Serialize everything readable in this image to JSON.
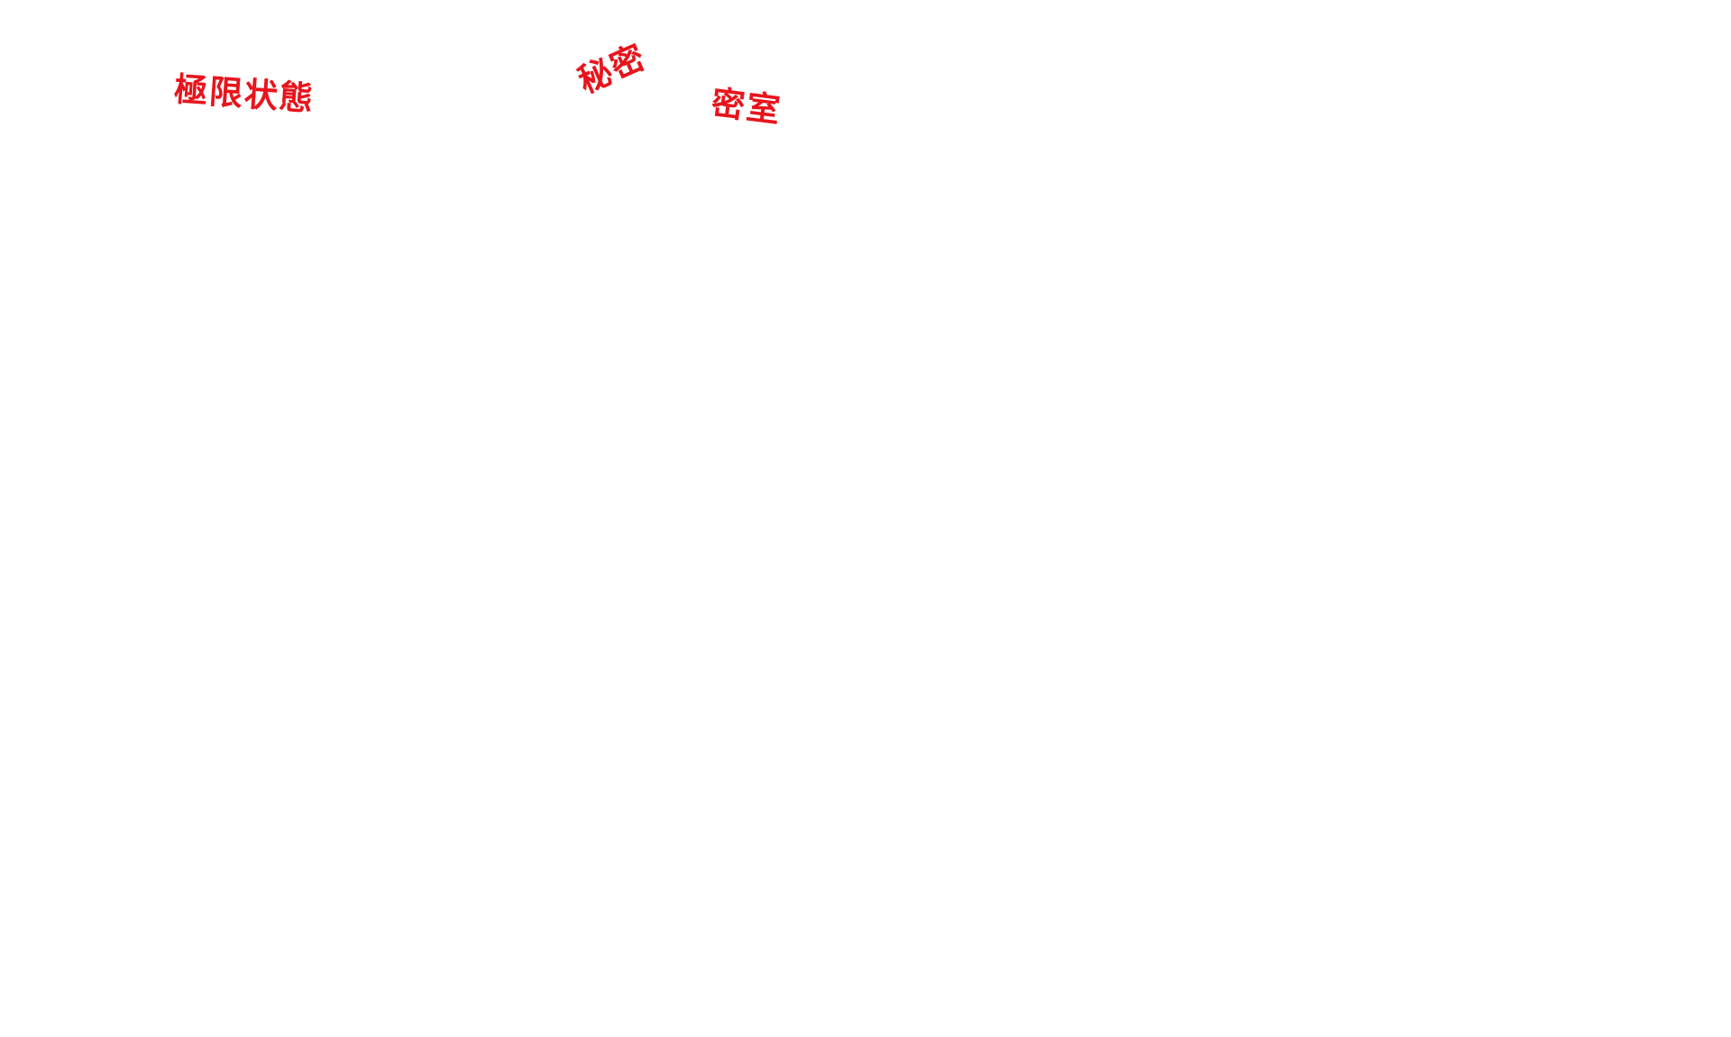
{
  "labels": [
    {
      "text": "極限状態"
    },
    {
      "text": "秘密"
    },
    {
      "text": "密室"
    }
  ],
  "colors": {
    "background": "#ffffff",
    "text": "#e8141c"
  }
}
